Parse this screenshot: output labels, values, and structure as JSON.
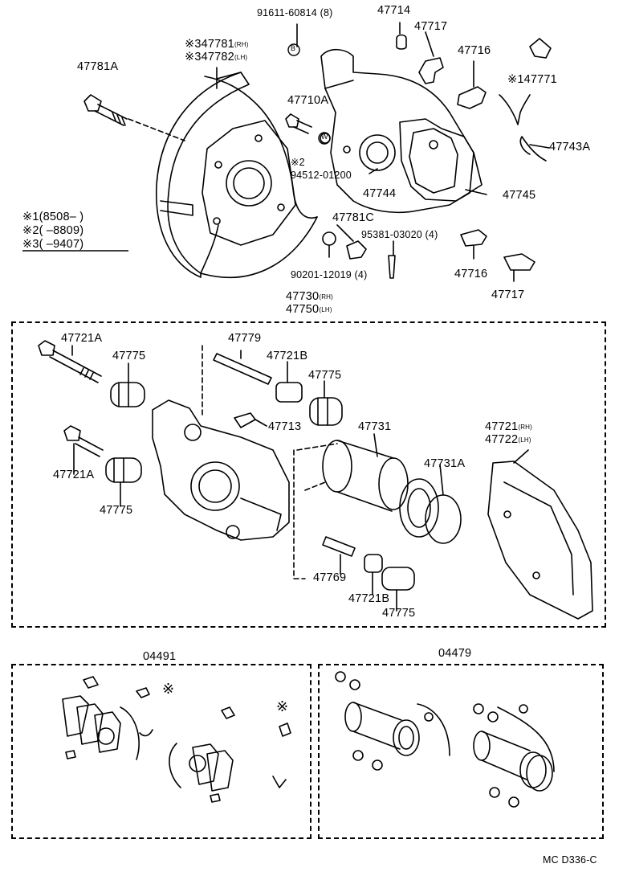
{
  "legend": {
    "rows": [
      {
        "mark": "※1",
        "text": "(8508–        )"
      },
      {
        "mark": "※2",
        "text": "(       –8809)"
      },
      {
        "mark": "※3",
        "text": "(       –9407)"
      }
    ]
  },
  "labels": {
    "p91611": "91611-60814 (8)",
    "p47714": "47714",
    "p47717a": "47717",
    "p47716a": "47716",
    "p147771": "※147771",
    "p47781": "※347781",
    "p47782": "※347782",
    "rh": "(RH)",
    "lh": "(LH)",
    "p47781A": "47781A",
    "p47710A": "47710A",
    "mark2": "※2",
    "p94512": "94512-01200",
    "p47743A": "47743A",
    "p47744": "47744",
    "p47745": "47745",
    "p47781C": "47781C",
    "p95381": "95381-03020 (4)",
    "p90201": "90201-12019 (4)",
    "p47716b": "47716",
    "p47717b": "47717",
    "p47730": "47730",
    "p47750": "47750",
    "p47721A_top": "47721A",
    "p47775_a": "47775",
    "p47779": "47779",
    "p47721B_top": "47721B",
    "p47775_b": "47775",
    "p47713": "47713",
    "p47731": "47731",
    "p47731A": "47731A",
    "p47721": "47721",
    "p47722": "47722",
    "p47721A_low": "47721A",
    "p47775_c": "47775",
    "p47769": "47769",
    "p47721B_low": "47721B",
    "p47775_d": "47775",
    "kit1": "04491",
    "kit2": "04479",
    "star1": "※",
    "star2": "※",
    "footer": "MC D336-C",
    "bolt_b": "B",
    "washer_w": "W"
  }
}
